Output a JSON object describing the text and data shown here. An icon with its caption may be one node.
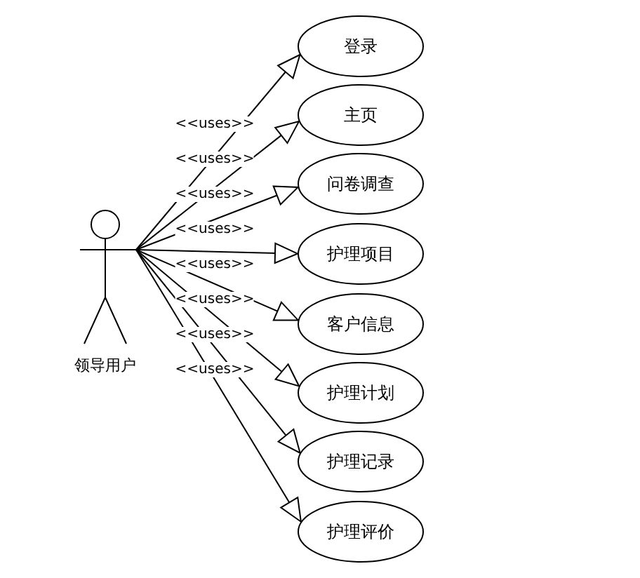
{
  "diagram": {
    "nodes": [
      {
        "text": [
          "领导用户"
        ]
      },
      {
        "text": [
          "登录"
        ]
      },
      {
        "text": [
          "主页"
        ]
      },
      {
        "text": [
          "问卷调查"
        ]
      },
      {
        "text": [
          "护理项目"
        ]
      },
      {
        "text": [
          "客户信息"
        ]
      },
      {
        "text": [
          "护理计划"
        ]
      },
      {
        "text": [
          "护理记录"
        ]
      },
      {
        "text": [
          "护理评价"
        ]
      }
    ],
    "edges": [
      {
        "from": 0,
        "to": 1,
        "arrow": "to",
        "label": "<<uses>>"
      },
      {
        "from": 0,
        "to": 2,
        "arrow": "to",
        "label": "<<uses>>"
      },
      {
        "from": 0,
        "to": 3,
        "arrow": "to",
        "label": "<<uses>>"
      },
      {
        "from": 0,
        "to": 4,
        "arrow": "to",
        "label": "<<uses>>"
      },
      {
        "from": 0,
        "to": 5,
        "arrow": "to",
        "label": "<<uses>>"
      },
      {
        "from": 0,
        "to": 6,
        "arrow": "to",
        "label": "<<uses>>"
      },
      {
        "from": 0,
        "to": 7,
        "arrow": "to",
        "label": "<<uses>>"
      },
      {
        "from": 0,
        "to": 8,
        "arrow": "to",
        "label": "<<uses>>"
      }
    ]
  }
}
